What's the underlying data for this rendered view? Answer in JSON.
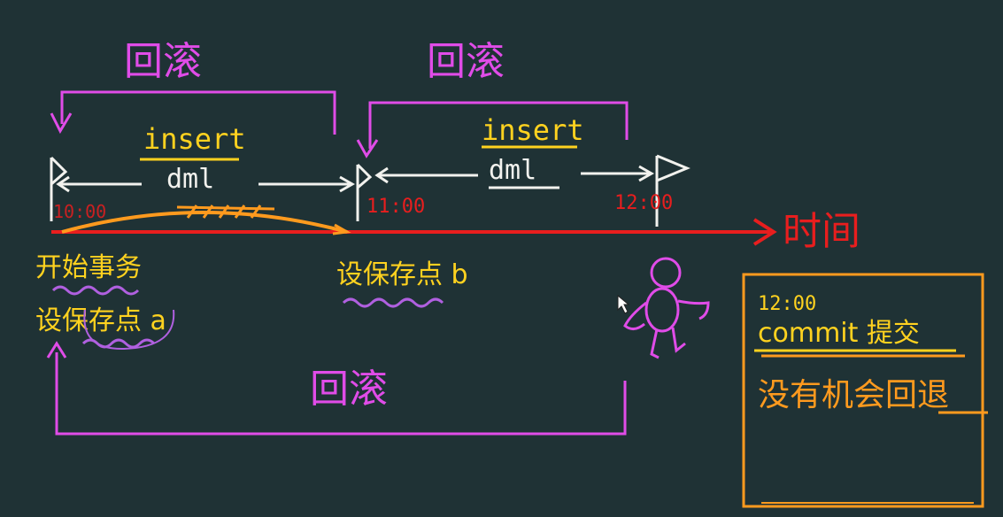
{
  "colors": {
    "background": "#1f3235",
    "yellow": "#ffd21f",
    "white": "#f2f2ee",
    "red": "#e81e1e",
    "magenta": "#e04ce8",
    "orange": "#ff9a1e",
    "purple": "#b060e0"
  },
  "rollback": {
    "top_left": "回滚",
    "top_right": "回滚",
    "bottom": "回滚"
  },
  "segments": {
    "left_insert": "insert",
    "left_dml": "dml",
    "right_insert": "insert",
    "right_dml": "dml"
  },
  "times": {
    "start": "10:00",
    "mid": "11:00",
    "end": "12:00"
  },
  "time_axis_label": "时间",
  "notes": {
    "start_transaction": "开始事务",
    "savepoint_a": "设保存点 a",
    "savepoint_b": "设保存点 b"
  },
  "commit_box": {
    "time": "12:00",
    "commit": "commit 提交",
    "note": "没有机会回退"
  }
}
